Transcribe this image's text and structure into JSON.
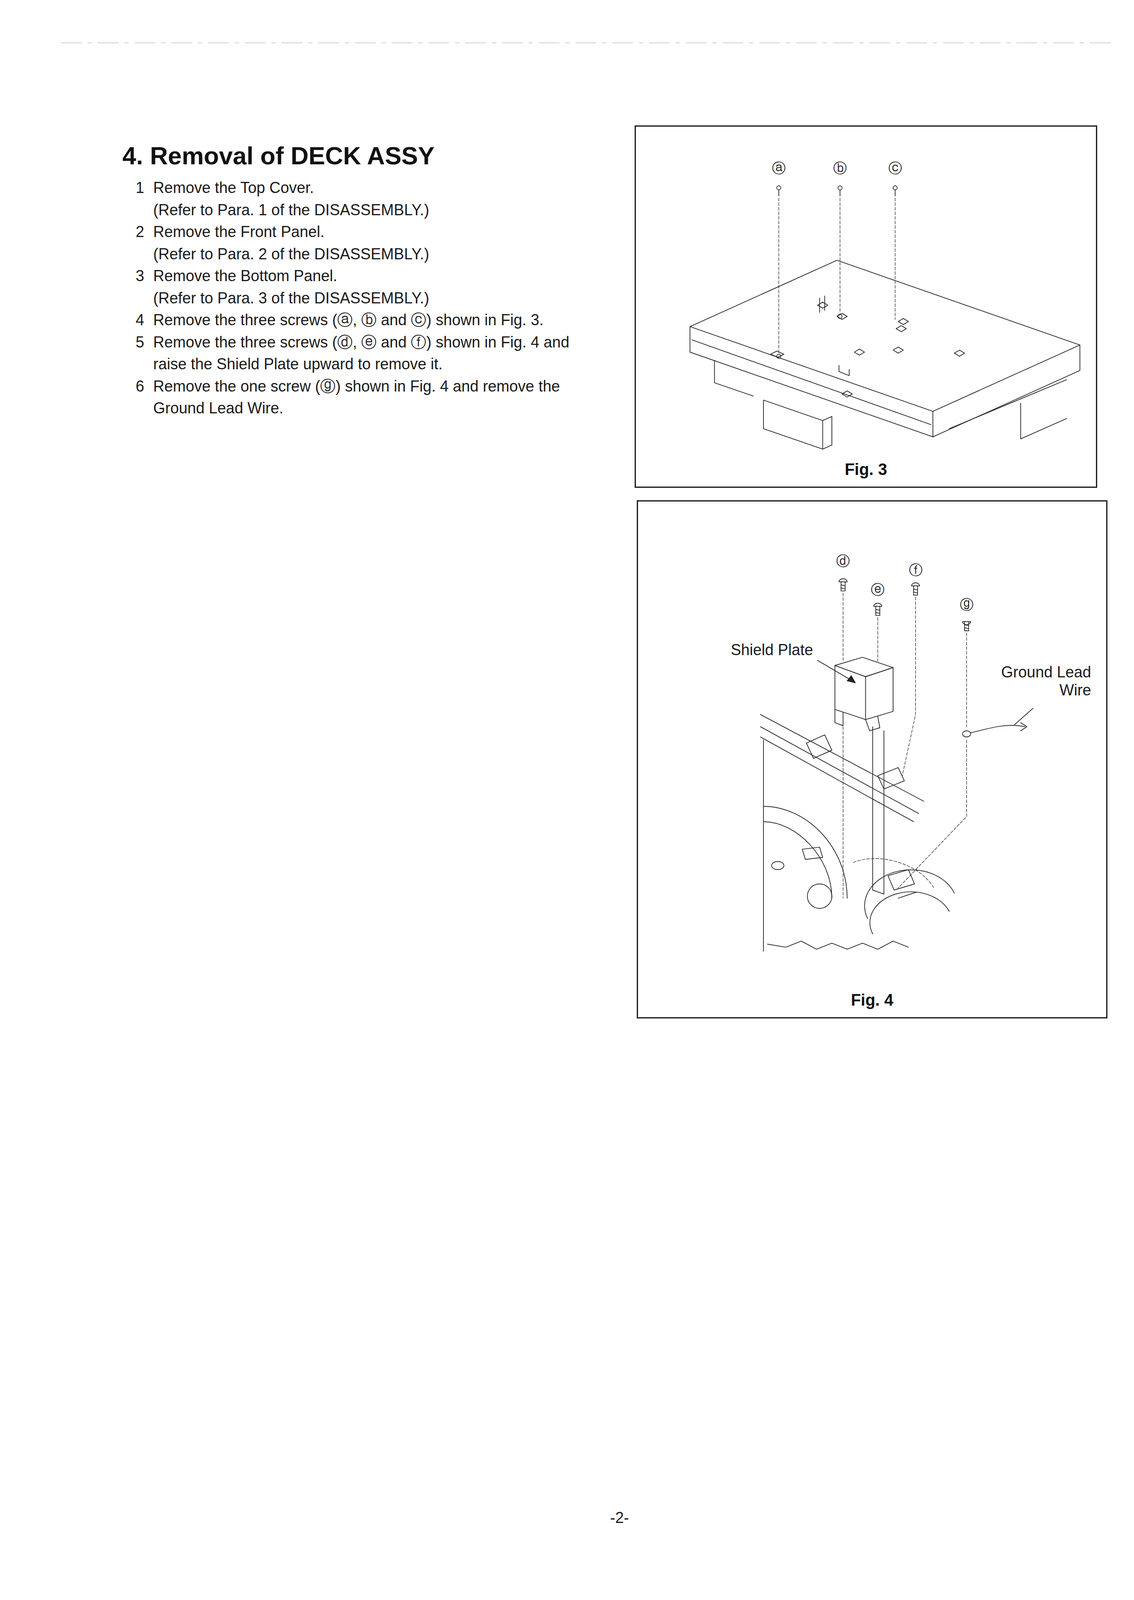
{
  "diagram": {
    "title": "4. Removal of DECK ASSY",
    "nodes": [
      {
        "text": [
          "Fig. 3"
        ]
      },
      {
        "text": [
          "Fig. 4"
        ]
      }
    ],
    "labels": [
      "1",
      "Remove the Top Cover.",
      "(Refer to Para. 1 of the DISASSEMBLY.)",
      "2",
      "Remove the Front Panel.",
      "(Refer to Para. 2 of the DISASSEMBLY.)",
      "3",
      "Remove the Bottom Panel.",
      "(Refer to Para. 3 of the DISASSEMBLY.)",
      "4",
      "Remove the three screws (ⓐ, ⓑ and ⓒ) shown in Fig. 3.",
      "5",
      "Remove the three screws (ⓓ, ⓔ and ⓕ) shown in Fig. 4 and raise the Shield Plate upward to remove it.",
      "6",
      "Remove the one screw (ⓖ) shown in Fig. 4 and remove the Ground Lead Wire.",
      "ⓐ",
      "ⓑ",
      "ⓒ",
      "ⓓ",
      "ⓔ",
      "ⓕ",
      "ⓖ",
      "Shield Plate",
      "Ground Lead Wire",
      "-2-"
    ]
  }
}
